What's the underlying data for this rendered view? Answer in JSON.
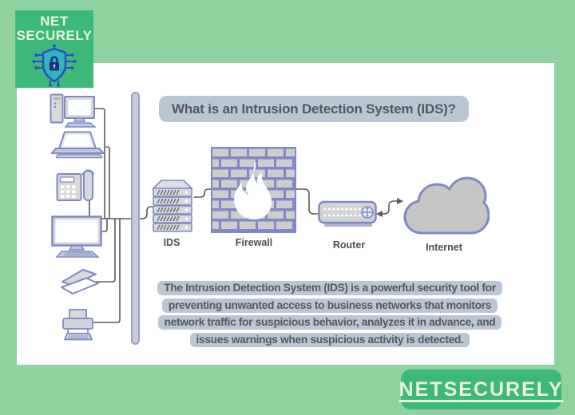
{
  "logo": {
    "line1": "NET",
    "line2": "SECURELY"
  },
  "title": {
    "text": "What is an Intrusion Detection System (IDS)?"
  },
  "diagram": {
    "node_labels": {
      "ids": "IDS",
      "firewall": "Firewall",
      "router": "Router",
      "internet": "Internet"
    },
    "device_icons": [
      "desktop-computer-icon",
      "laptop-icon",
      "desk-phone-icon",
      "monitor-icon",
      "scanner-icon",
      "printer-icon"
    ],
    "node_icons": [
      "server-stack-icon",
      "brick-firewall-flame-icon",
      "router-icon",
      "cloud-icon"
    ],
    "connection_style": "bidirectional arrows between router and internet"
  },
  "paragraph": {
    "lines": [
      "The Intrusion Detection System (IDS) is a powerful security tool for",
      "preventing unwanted access to business networks that monitors",
      "network traffic for suspicious behavior, analyzes it in advance, and",
      "issues warnings when suspicious activity is detected."
    ]
  },
  "footer": {
    "brand": "NETSECURELY"
  },
  "colors": {
    "background_green": "#8fd2a0",
    "brand_green": "#3cb878",
    "cream_text": "#eef5d9",
    "highlight_blue": "#b9c7d4",
    "dark_text": "#54585e",
    "icon_outline_periwinkle": "#7f8ac5",
    "icon_fill_gray": "#d9d9d9",
    "connector_line": "#5a5a5a"
  }
}
